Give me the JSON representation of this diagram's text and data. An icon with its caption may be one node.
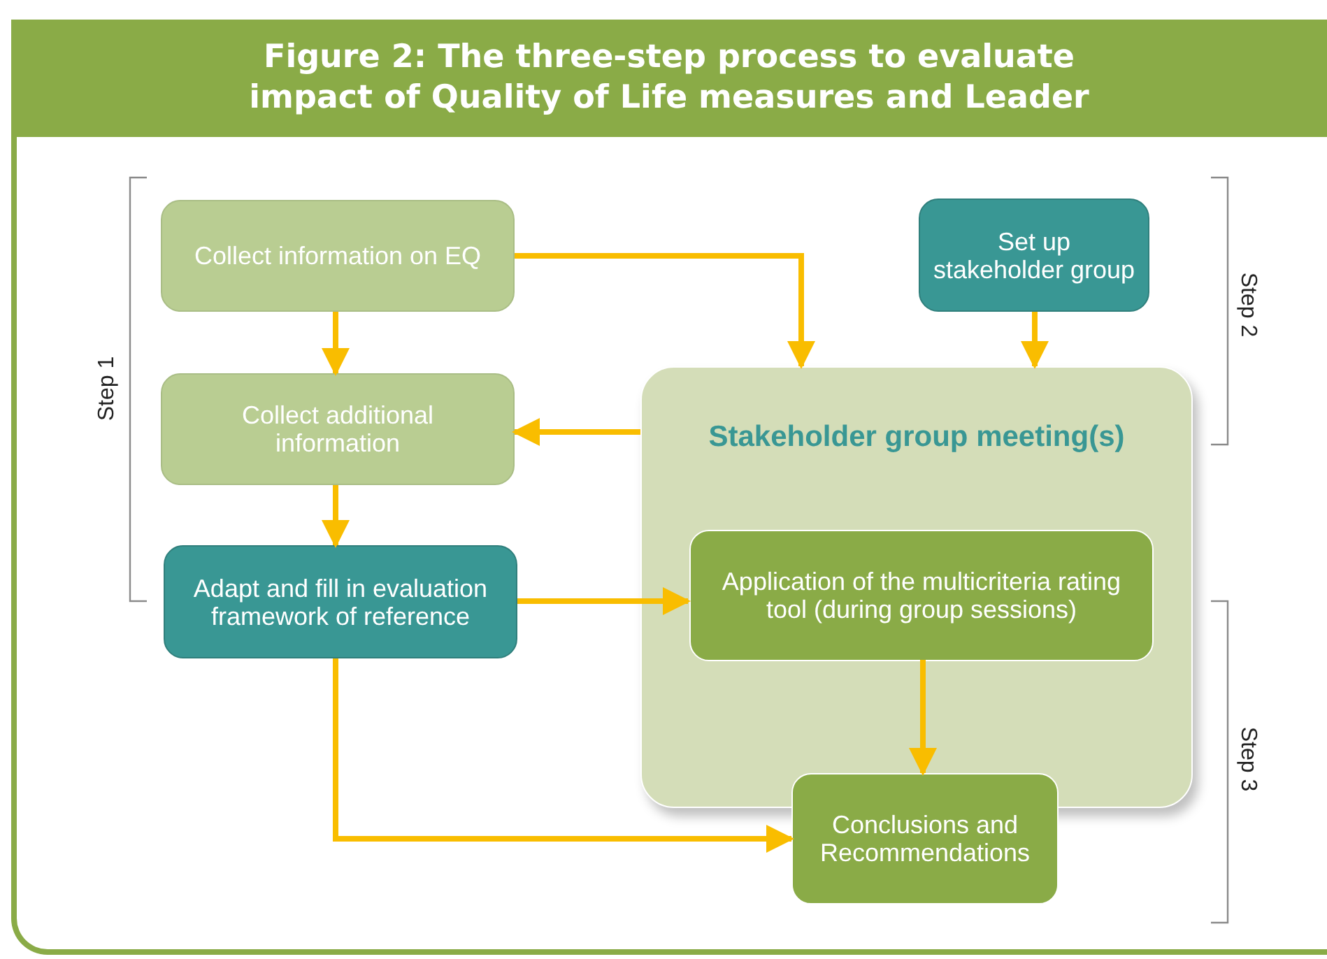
{
  "diagram": {
    "title": "Figure 2: The three-step process to evaluate impact of Quality of Life measures and Leader",
    "nodes": [
      {
        "text": [
          "Collect information on EQ"
        ]
      },
      {
        "text": [
          "Collect additional information"
        ]
      },
      {
        "text": [
          "Adapt and fill in evaluation framework of reference"
        ]
      },
      {
        "text": [
          "Set up stakeholder group"
        ]
      },
      {
        "text": [
          "Stakeholder group meeting(s)"
        ]
      },
      {
        "text": [
          "Application of the multicriteria rating tool (during group sessions)"
        ],
        "in": 4
      },
      {
        "text": [
          "Conclusions and Recommendations"
        ]
      }
    ],
    "edges": [
      {
        "from": 0,
        "to": 1,
        "arrow": "to"
      },
      {
        "from": 0,
        "to": 4,
        "arrow": "to"
      },
      {
        "from": 3,
        "to": 4,
        "arrow": "to"
      },
      {
        "from": 4,
        "to": 1,
        "arrow": "to"
      },
      {
        "from": 1,
        "to": 2,
        "arrow": "to"
      },
      {
        "from": 2,
        "to": 5,
        "arrow": "to"
      },
      {
        "from": 5,
        "to": 6,
        "arrow": "to"
      },
      {
        "from": 2,
        "to": 6,
        "arrow": "to"
      }
    ],
    "labels": [
      "Step 1",
      "Step 2",
      "Step 3"
    ]
  }
}
